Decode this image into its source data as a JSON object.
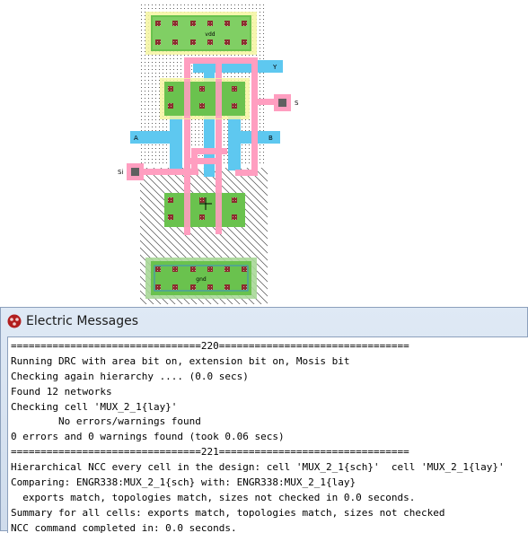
{
  "layout": {
    "labels": {
      "vdd": "vdd",
      "gnd": "gnd",
      "y": "Y",
      "s": "S",
      "a": "A",
      "b": "B",
      "si": "Si"
    }
  },
  "colors": {
    "metal1": "#5ec8f0",
    "poly": "#ff9ec0",
    "active": "#6ac24e",
    "well_select": "#ffff80",
    "contact": "#7a2a2a",
    "pin_box": "#ff9ec0"
  },
  "messages_window": {
    "title": "Electric Messages",
    "icon": "electric-app-icon",
    "lines": [
      "================================220================================",
      "Running DRC with area bit on, extension bit on, Mosis bit",
      "Checking again hierarchy .... (0.0 secs)",
      "Found 12 networks",
      "Checking cell 'MUX_2_1{lay}'",
      "        No errors/warnings found",
      "0 errors and 0 warnings found (took 0.06 secs)",
      "================================221================================",
      "Hierarchical NCC every cell in the design: cell 'MUX_2_1{sch}'  cell 'MUX_2_1{lay}'",
      "Comparing: ENGR338:MUX_2_1{sch} with: ENGR338:MUX_2_1{lay}",
      "  exports match, topologies match, sizes not checked in 0.0 seconds.",
      "Summary for all cells: exports match, topologies match, sizes not checked",
      "NCC command completed in: 0.0 seconds."
    ]
  }
}
